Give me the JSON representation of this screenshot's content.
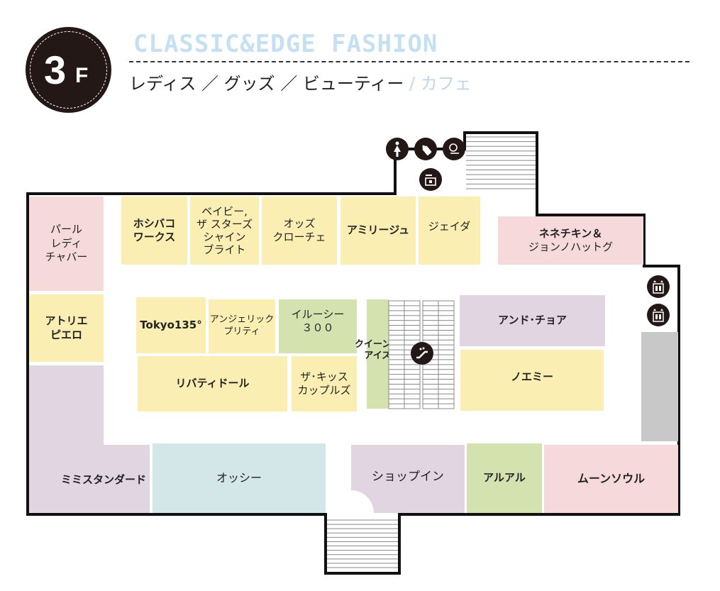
{
  "floor": {
    "number": "3",
    "unit": "F"
  },
  "header": {
    "title": "CLASSIC&EDGE FASHION",
    "categories": "レディス ／ グッズ ／ ビューティー",
    "cafe": "/ カフェ"
  },
  "stores": {
    "pearl": "パール\nレディ\nチャバー",
    "atelier": "アトリエ\nピエロ",
    "mimi": "ミミスタンダード",
    "hoshibako": "ホシバコ\nワークス",
    "baby": "ベイビー,\nザ スターズ\nシャイン\nブライト",
    "odds": "オッズ\nクローチェ",
    "amiliege": "アミリージュ",
    "jeida": "ジェイダ",
    "nene_1": "ネネチキン＆",
    "nene_2": "ジョンノハットグ",
    "tokyo": "Tokyo135°",
    "angelic": "アンジェリック\nプリティ",
    "illusie": "イルーシー\n３００",
    "liberty": "リバティドール",
    "kiss": "ザ･キッス\nカップルズ",
    "queen": "クイーン\nアイズ",
    "and": "アンド･チョア",
    "noemie": "ノエミー",
    "ossy": "オッシー",
    "shopin": "ショップイン",
    "aruaru": "アルアル",
    "moon": "ムーンソウル"
  },
  "facilities": [
    "restroom",
    "baby-care",
    "powder-room",
    "locker",
    "elevator",
    "elevator",
    "escalator"
  ],
  "colors": {
    "ladies": "#fbeeb2",
    "goods": "#f6d9da",
    "beauty": "#e0d5e0",
    "misc": "#d4e2b0",
    "cafe": "#d3e7e8"
  }
}
